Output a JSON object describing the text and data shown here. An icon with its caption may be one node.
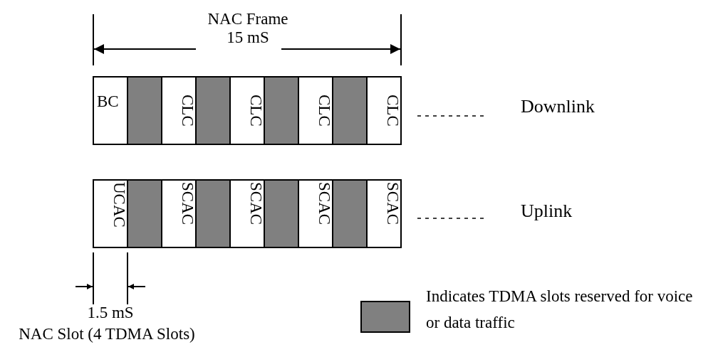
{
  "diagram": {
    "nodes": [
      {
        "text": [
          "BC"
        ]
      },
      {
        "text": [],
        "shape": "box"
      },
      {
        "text": [
          "CLC"
        ]
      },
      {
        "text": [],
        "shape": "box"
      },
      {
        "text": [
          "CLC"
        ]
      },
      {
        "text": [],
        "shape": "box"
      },
      {
        "text": [
          "CLC"
        ]
      },
      {
        "text": [],
        "shape": "box"
      },
      {
        "text": [
          "CLC"
        ]
      },
      {
        "text": [
          "UCAC"
        ]
      },
      {
        "text": [],
        "shape": "box"
      },
      {
        "text": [
          "SCAC"
        ]
      },
      {
        "text": [],
        "shape": "box"
      },
      {
        "text": [
          "SCAC"
        ]
      },
      {
        "text": [],
        "shape": "box"
      },
      {
        "text": [
          "SCAC"
        ]
      },
      {
        "text": [],
        "shape": "box"
      },
      {
        "text": [
          "SCAC"
        ]
      }
    ],
    "labels": [
      "NAC Frame",
      "15 mS",
      "Downlink",
      "Uplink",
      "1.5 mS",
      "NAC Slot (4 TDMA Slots)"
    ],
    "legend": [
      {
        "text": "Indicates TDMA slots reserved for voice or data traffic",
        "color": "#808080"
      }
    ]
  }
}
